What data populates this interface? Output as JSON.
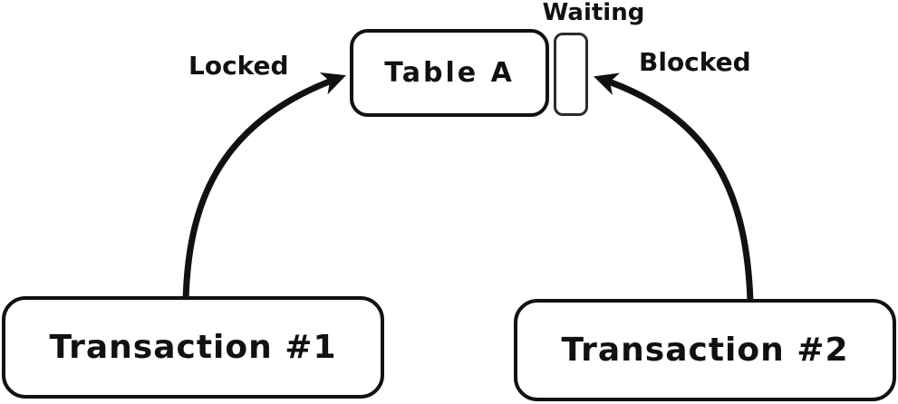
{
  "canvas": {
    "background": "#ffffff",
    "ink": "#111111"
  },
  "nodes": {
    "table_a": {
      "label": "Table A"
    },
    "waiting_slot": {
      "caption": "Waiting"
    },
    "transaction_1": {
      "label": "Transaction #1"
    },
    "transaction_2": {
      "label": "Transaction #2"
    }
  },
  "edges": [
    {
      "id": "locked",
      "from": "Transaction #1",
      "to": "Table A",
      "label": "Locked"
    },
    {
      "id": "blocked",
      "from": "Transaction #2",
      "to": "Waiting slot",
      "label": "Blocked"
    }
  ]
}
